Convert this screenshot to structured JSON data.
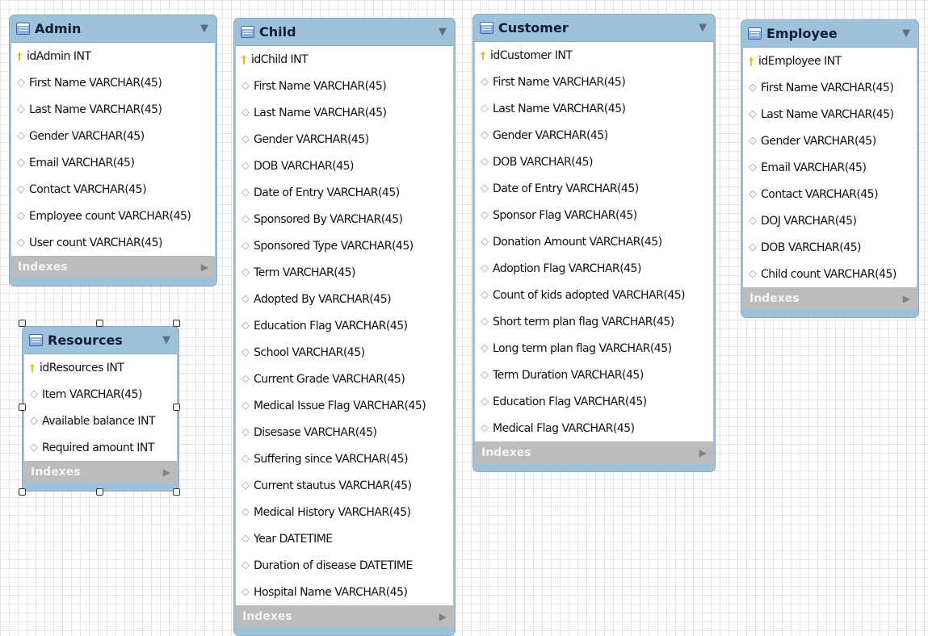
{
  "tables": {
    "admin": {
      "name": "Admin",
      "columns": [
        "idAdmin INT",
        "First Name VARCHAR(45)",
        "Last Name VARCHAR(45)",
        "Gender VARCHAR(45)",
        "Email VARCHAR(45)",
        "Contact VARCHAR(45)",
        "Employee count VARCHAR(45)",
        "User count VARCHAR(45)"
      ],
      "indexes_label": "Indexes"
    },
    "child": {
      "name": "Child",
      "columns": [
        "idChild INT",
        "First Name VARCHAR(45)",
        "Last Name VARCHAR(45)",
        "Gender VARCHAR(45)",
        "DOB VARCHAR(45)",
        "Date of Entry VARCHAR(45)",
        "Sponsored By VARCHAR(45)",
        "Sponsored Type VARCHAR(45)",
        "Term VARCHAR(45)",
        "Adopted By VARCHAR(45)",
        "Education Flag VARCHAR(45)",
        "School VARCHAR(45)",
        "Current Grade VARCHAR(45)",
        "Medical Issue Flag VARCHAR(45)",
        "Disesase VARCHAR(45)",
        "Suffering since VARCHAR(45)",
        "Current stautus VARCHAR(45)",
        "Medical History VARCHAR(45)",
        "Year DATETIME",
        "Duration of disease DATETIME",
        "Hospital Name VARCHAR(45)"
      ],
      "indexes_label": "Indexes"
    },
    "customer": {
      "name": "Customer",
      "columns": [
        "idCustomer INT",
        "First Name VARCHAR(45)",
        "Last Name VARCHAR(45)",
        "Gender VARCHAR(45)",
        "DOB VARCHAR(45)",
        "Date of Entry VARCHAR(45)",
        "Sponsor Flag VARCHAR(45)",
        "Donation Amount VARCHAR(45)",
        "Adoption Flag VARCHAR(45)",
        "Count of kids adopted VARCHAR(45)",
        "Short term plan flag VARCHAR(45)",
        "Long term plan flag VARCHAR(45)",
        "Term Duration VARCHAR(45)",
        "Education Flag VARCHAR(45)",
        "Medical Flag VARCHAR(45)"
      ],
      "indexes_label": "Indexes"
    },
    "employee": {
      "name": "Employee",
      "columns": [
        "idEmployee INT",
        "First Name VARCHAR(45)",
        "Last Name VARCHAR(45)",
        "Gender VARCHAR(45)",
        "Email VARCHAR(45)",
        "Contact VARCHAR(45)",
        "DOJ VARCHAR(45)",
        "DOB VARCHAR(45)",
        "Child count VARCHAR(45)"
      ],
      "indexes_label": "Indexes"
    },
    "resources": {
      "name": "Resources",
      "columns": [
        "idResources INT",
        "Item VARCHAR(45)",
        "Available balance INT",
        "Required amount INT"
      ],
      "indexes_label": "Indexes",
      "selected": true
    }
  },
  "icons": {
    "table": "table-icon",
    "primary_key": "key-icon",
    "column": "diamond-icon",
    "collapse": "triangle-down-icon",
    "expand": "triangle-right-icon"
  },
  "colors": {
    "header": "#9fc2dc",
    "indexes_bar": "#bcbcbc",
    "primary_key": "#e8b80e",
    "column_marker": "#8fa5bb"
  }
}
